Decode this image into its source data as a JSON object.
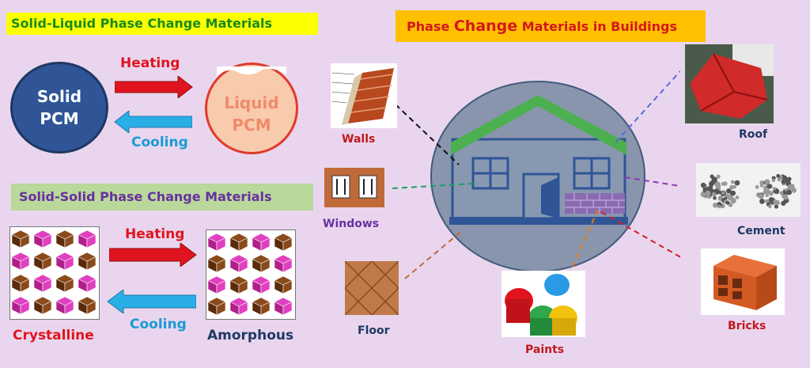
{
  "titles": {
    "solid_liquid": "Solid-Liquid Phase Change Materials",
    "buildings_pre": "Phase ",
    "buildings_big": "Change",
    "buildings_post": " Materials in Buildings",
    "solid_solid": "Solid-Solid Phase Change Materials"
  },
  "solid_liquid": {
    "solid_line1": "Solid",
    "solid_line2": "PCM",
    "liquid_line1": "Liquid",
    "liquid_line2": "PCM",
    "heating": "Heating",
    "cooling": "Cooling"
  },
  "solid_solid": {
    "heating": "Heating",
    "cooling": "Cooling",
    "crystalline": "Crystalline",
    "amorphous": "Amorphous"
  },
  "building_parts": {
    "walls": "Walls",
    "windows": "Windows",
    "floor": "Floor",
    "paints": "Paints",
    "roof": "Roof",
    "cement": "Cement",
    "bricks": "Bricks"
  },
  "colors": {
    "heating_arrow": "#e0141e",
    "cooling_arrow": "#2aaee6",
    "house_roof": "#4caf50",
    "house_line": "#2f5597",
    "ellipse": "#7f8fa6"
  }
}
